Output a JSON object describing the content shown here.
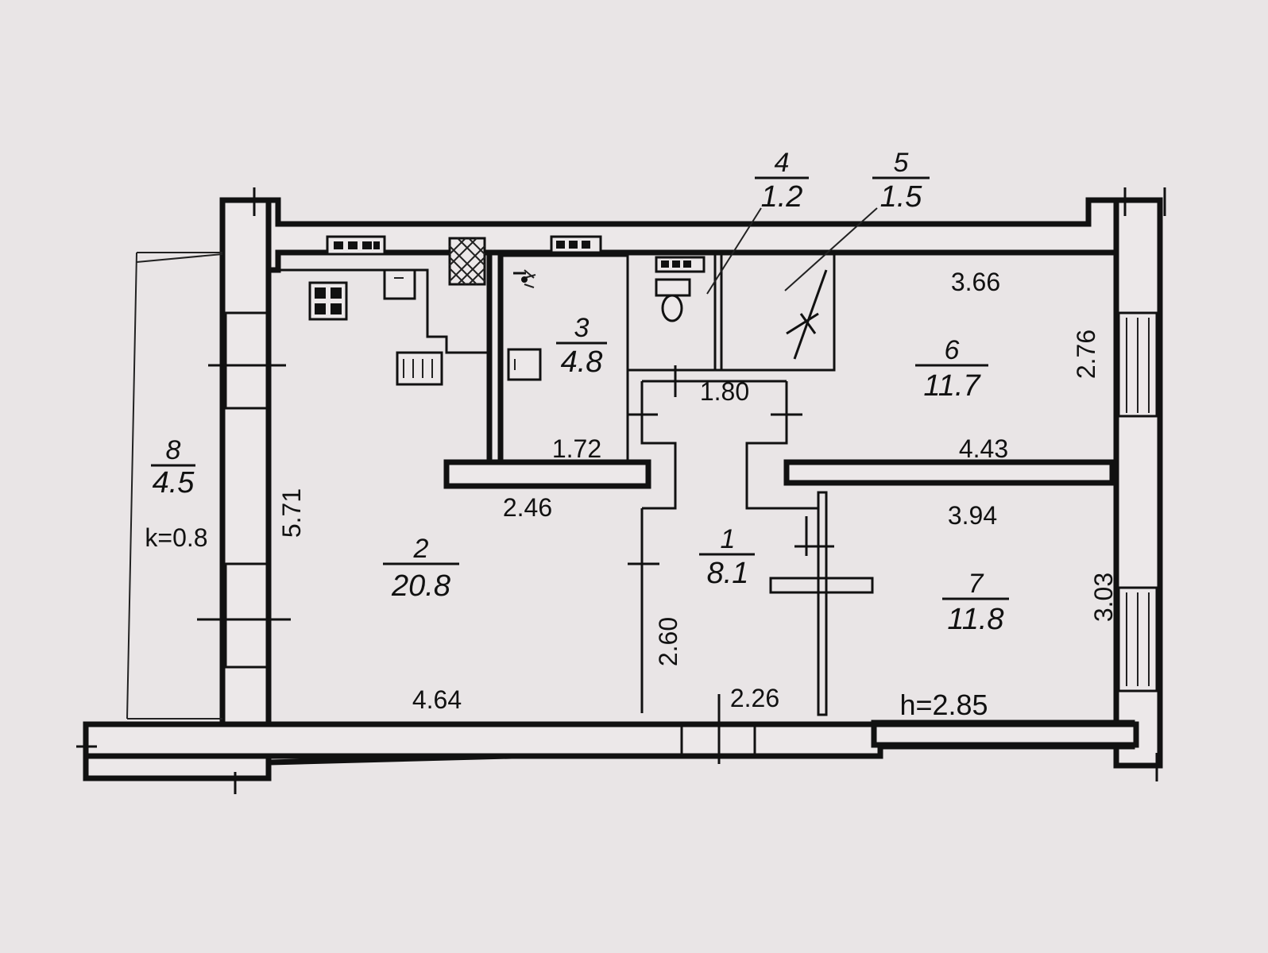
{
  "rooms": [
    {
      "id": "room-1",
      "number": "1",
      "area": "8.1"
    },
    {
      "id": "room-2",
      "number": "2",
      "area": "20.8"
    },
    {
      "id": "room-3",
      "number": "3",
      "area": "4.8"
    },
    {
      "id": "room-4",
      "number": "4",
      "area": "1.2"
    },
    {
      "id": "room-5",
      "number": "5",
      "area": "1.5"
    },
    {
      "id": "room-6",
      "number": "6",
      "area": "11.7"
    },
    {
      "id": "room-7",
      "number": "7",
      "area": "11.8"
    },
    {
      "id": "room-8",
      "number": "8",
      "area": "4.5"
    }
  ],
  "dimensions": {
    "d_3_66": "3.66",
    "d_2_76": "2.76",
    "d_1_80": "1.80",
    "d_1_72": "1.72",
    "d_4_43": "4.43",
    "d_2_46": "2.46",
    "d_3_94": "3.94",
    "d_5_71": "5.71",
    "d_2_60": "2.60",
    "d_3_03": "3.03",
    "d_4_64": "4.64",
    "d_2_26": "2.26"
  },
  "notes": {
    "balcony_k": "k=0.8",
    "ceiling_h": "h=2.85"
  },
  "icons": [
    "stove-icon",
    "sink-icon",
    "washbasin-icon",
    "toilet-icon",
    "radiator-icon",
    "ventilation-grid-icon"
  ]
}
